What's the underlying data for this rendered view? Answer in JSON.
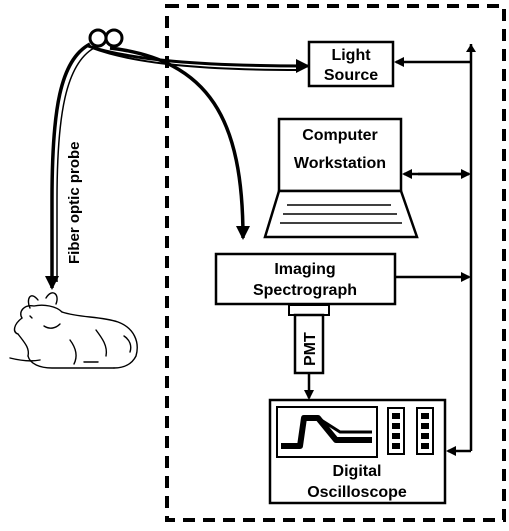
{
  "diagram": {
    "colors": {
      "ink": "#000000",
      "paper": "#ffffff"
    },
    "probe": {
      "label": "Fiber optic probe"
    },
    "components": {
      "light_source": {
        "lines": [
          "Light",
          "Source"
        ]
      },
      "computer": {
        "lines": [
          "Computer",
          "Workstation"
        ]
      },
      "spectrograph": {
        "lines": [
          "Imaging",
          "Spectrograph"
        ]
      },
      "pmt": {
        "label": "PMT"
      },
      "oscilloscope": {
        "lines": [
          "Digital",
          "Oscilloscope"
        ]
      }
    },
    "subject": {
      "icon": "rabbit-icon"
    }
  }
}
